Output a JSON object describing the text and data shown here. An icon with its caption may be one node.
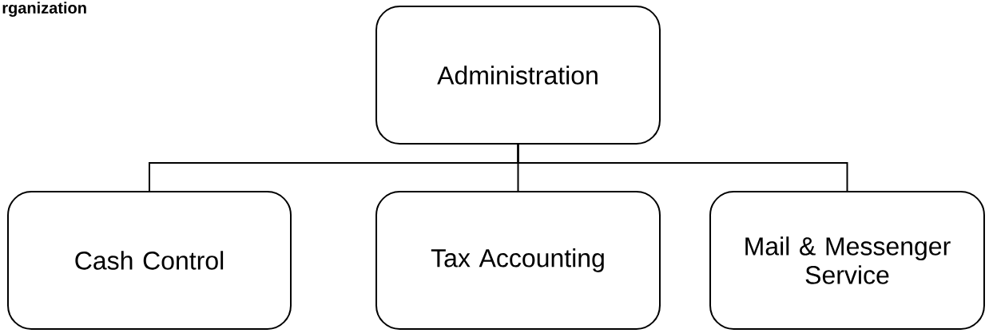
{
  "diagram": {
    "title": "rganization",
    "nodes": [
      {
        "text": [
          "Administration"
        ]
      },
      {
        "text": [
          "Cash Control"
        ]
      },
      {
        "text": [
          "Tax Accounting"
        ]
      },
      {
        "text": [
          "Mail & Messenger Service"
        ]
      }
    ],
    "edges": [
      {
        "from": 0,
        "to": 1,
        "arrow": "none"
      },
      {
        "from": 0,
        "to": 2,
        "arrow": "none"
      },
      {
        "from": 0,
        "to": 3,
        "arrow": "none"
      }
    ]
  }
}
